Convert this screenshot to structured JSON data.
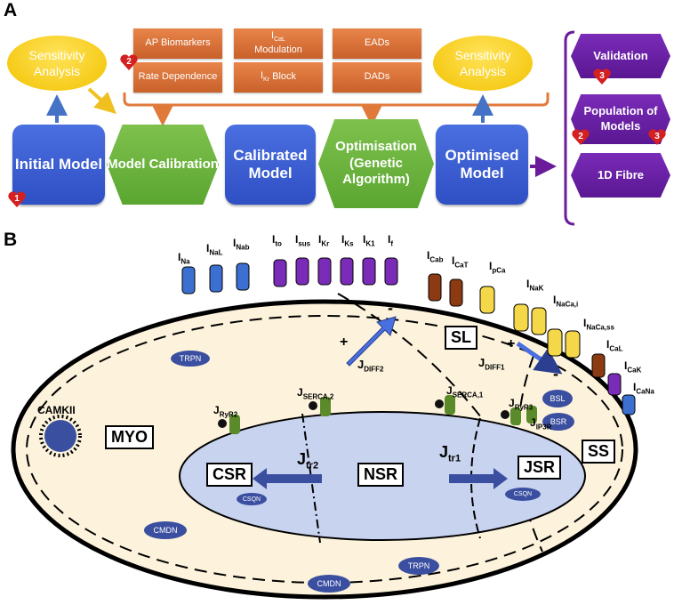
{
  "panels": {
    "a_label": "A",
    "b_label": "B"
  },
  "workflow": {
    "initial_model": "Initial Model",
    "model_calibration": "Model Calibration",
    "calibrated_model": "Calibrated Model",
    "optimisation": "Optimisation (Genetic Algorithm)",
    "optimised_model": "Optimised Model",
    "sensitivity_1": "Sensitivity Analysis",
    "sensitivity_2": "Sensitivity Analysis",
    "ap_biomarkers": "AP Biomarkers",
    "rate_dependence": "Rate Dependence",
    "ical_modulation": "Modulation",
    "ikr_block": "Block",
    "eads": "EADs",
    "dads": "DADs",
    "validation": "Validation",
    "population": "Population of Models",
    "fibre": "1D Fibre",
    "hearts": [
      "1",
      "2",
      "3",
      "2",
      "3"
    ]
  },
  "cell": {
    "compartments": {
      "myo": "MYO",
      "sl": "SL",
      "ss": "SS",
      "nsr": "NSR",
      "csr": "CSR",
      "jsr": "JSR"
    },
    "camkii": "CAMKII",
    "buffers": {
      "trpn": "TRPN",
      "cmdn": "CMDN",
      "csqn": "CSQN",
      "bsl": "BSL",
      "bsr": "BSR"
    },
    "fluxes": {
      "jdiff2": "DIFF2",
      "jdiff1": "DIFF1",
      "jtr1": "tr1",
      "jtr2": "tr2",
      "jryr2": "RyR2",
      "jryr3": "RyR3",
      "jserca2": "SERCA,2",
      "jserca1": "SERCA,1",
      "jip3r": "IP3R"
    },
    "currents": [
      "Na",
      "NaL",
      "Nab",
      "to",
      "sus",
      "Kr",
      "Ks",
      "K1",
      "f",
      "Cab",
      "CaT",
      "pCa",
      "NaK",
      "NaCa,i",
      "NaCa,ss",
      "CaL",
      "CaK",
      "CaNa"
    ],
    "signs": {
      "plus": "+",
      "minus": "-"
    }
  }
}
